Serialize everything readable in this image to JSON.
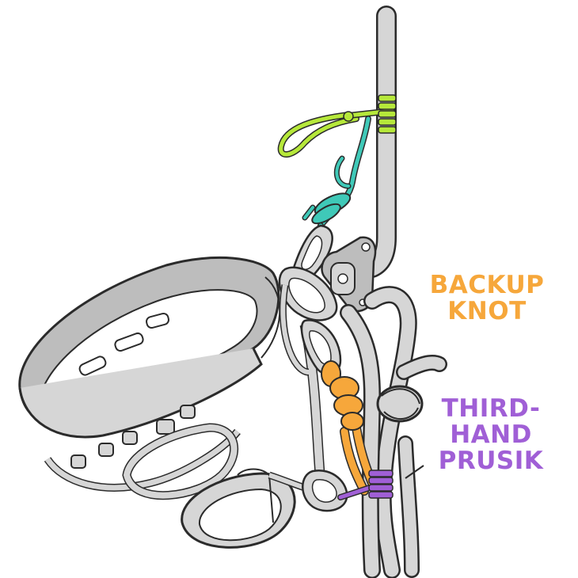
{
  "labels": {
    "backup": {
      "line1": "BACKUP",
      "line2": "KNOT",
      "color": "#f6a73b"
    },
    "prusik": {
      "line1": "THIRD-",
      "line2": "HAND",
      "line3": "PRUSIK",
      "color": "#a05fd6"
    }
  },
  "colors": {
    "outline": "#2b2b2b",
    "gear_fill": "#d6d6d6",
    "gear_fill_dark": "#bdbdbd",
    "anchor_cord": "#b6e83a",
    "tether": "#3fc9b8",
    "backup_knot": "#f6a73b",
    "prusik": "#a05fd6"
  }
}
